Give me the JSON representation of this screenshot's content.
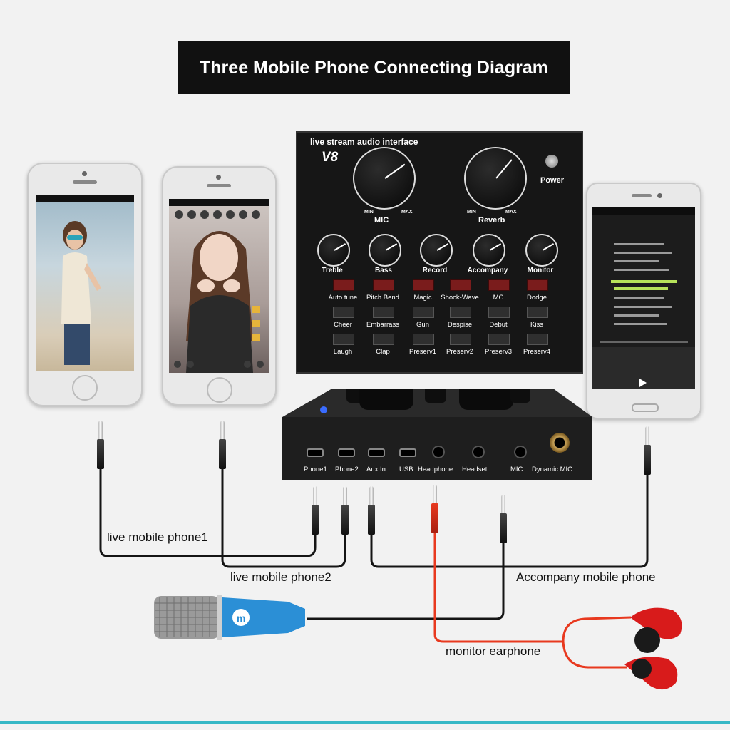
{
  "title": "Three Mobile Phone Connecting Diagram",
  "interface": {
    "top_label": "live stream audio interface",
    "model": "V8",
    "big_knobs": [
      {
        "label": "MIC",
        "min": "MIN",
        "max": "MAX"
      },
      {
        "label": "Reverb",
        "min": "MIN",
        "max": "MAX"
      }
    ],
    "power_label": "Power",
    "small_knobs": [
      "Treble",
      "Bass",
      "Record",
      "Accompany",
      "Monitor"
    ],
    "button_rows": [
      [
        "Auto tune",
        "Pitch Bend",
        "Magic",
        "Shock-Wave",
        "MC",
        "Dodge"
      ],
      [
        "Cheer",
        "Embarrass",
        "Gun",
        "Despise",
        "Debut",
        "Kiss"
      ],
      [
        "Laugh",
        "Clap",
        "Preserv1",
        "Preserv2",
        "Preserv3",
        "Preserv4"
      ]
    ],
    "ports": [
      "Phone1",
      "Phone2",
      "Aux In",
      "USB",
      "Headphone",
      "Headset",
      "MIC",
      "Dynamic MIC"
    ]
  },
  "labels": {
    "phone1": "live mobile phone1",
    "phone2": "live mobile phone2",
    "accompany": "Accompany mobile phone",
    "earphone": "monitor earphone"
  },
  "colors": {
    "cable": "#151515",
    "earphone_cable": "#e8391f",
    "mic_body": "#2b8fd6",
    "accent_red_button": "#7a1c1c",
    "bottom_stripe": "#37b8c6"
  }
}
